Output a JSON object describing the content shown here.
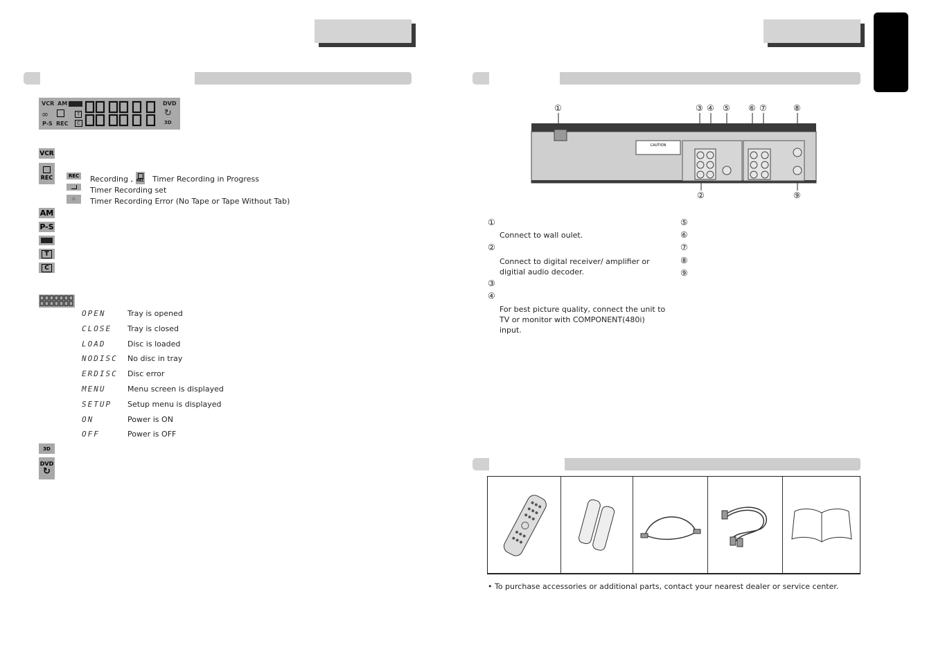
{
  "left_page": {
    "display_legend": {
      "lcd_tokens": [
        "VCR",
        "AM",
        "DVD",
        "P-S",
        "REC",
        "T",
        "C",
        "3D"
      ],
      "rec_indicators": [
        {
          "icon": "REC",
          "text": "Recording ,"
        },
        {
          "icon": "timer-rec",
          "text": "Timer Recording in Progress"
        },
        {
          "icon": "timer",
          "text": "Timer Recording set"
        },
        {
          "icon": "error",
          "text": "Timer Recording Error (No Tape or Tape Without Tab)"
        }
      ],
      "side_icons": [
        "VCR",
        "REC",
        "AM",
        "P-S",
        "T",
        "C",
        "DVD"
      ],
      "messages": [
        {
          "code": "OPEN",
          "desc": "Tray is opened"
        },
        {
          "code": "CLOSE",
          "desc": "Tray is closed"
        },
        {
          "code": "LOAD",
          "desc": "Disc is loaded"
        },
        {
          "code": "NODISC",
          "desc": "No disc in tray"
        },
        {
          "code": "ERDISC",
          "desc": "Disc error"
        },
        {
          "code": "MENU",
          "desc": "Menu screen is displayed"
        },
        {
          "code": "SETUP",
          "desc": "Setup menu is displayed"
        },
        {
          "code": "ON",
          "desc": "Power is ON"
        },
        {
          "code": "OFF",
          "desc": "Power is OFF"
        }
      ]
    }
  },
  "right_page": {
    "rear_panel": {
      "callouts": [
        "①",
        "②",
        "③",
        "④",
        "⑤",
        "⑥",
        "⑦",
        "⑧",
        "⑨"
      ],
      "caution_label": "CAUTION",
      "left_items": [
        {
          "num": "①",
          "desc": "Connect to wall oulet."
        },
        {
          "num": "②",
          "desc": "Connect to digital receiver/ amplifier or digitial audio decoder."
        },
        {
          "num": "③",
          "desc": ""
        },
        {
          "num": "④",
          "desc": "For best picture quality, connect the unit to TV or monitor with COMPONENT(480i) input."
        }
      ],
      "right_items": [
        "⑤",
        "⑥",
        "⑦",
        "⑧",
        "⑨"
      ]
    },
    "accessories": {
      "items": [
        "remote-control",
        "batteries",
        "rf-cable",
        "av-cable",
        "manual"
      ],
      "note": "• To purchase accessories or additional parts, contact your nearest dealer or service center."
    }
  }
}
